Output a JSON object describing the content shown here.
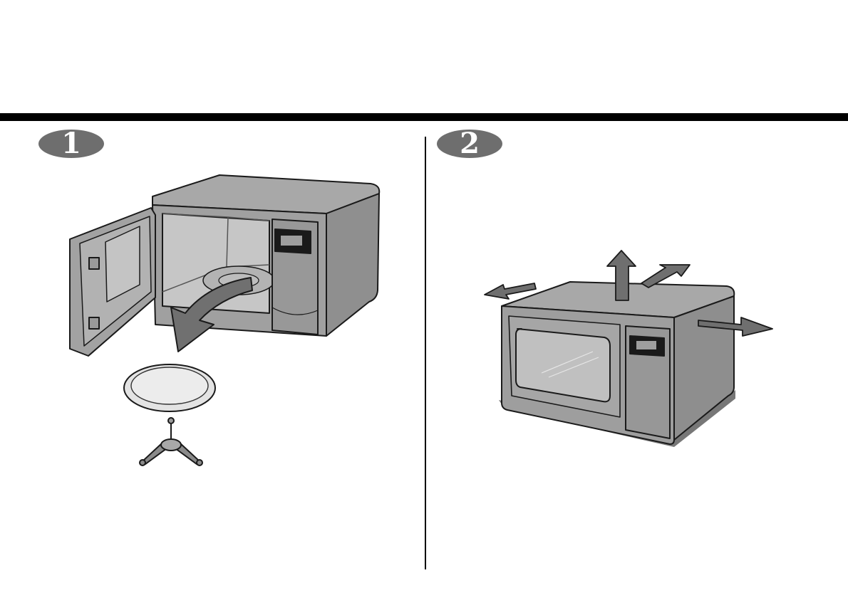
{
  "steps": [
    {
      "number": "1",
      "illustration": "microwave-remove-turntable"
    },
    {
      "number": "2",
      "illustration": "microwave-clearance-arrows"
    }
  ],
  "colors": {
    "badge": "#6e6e6e",
    "appliance": "#9e9e9e",
    "appliance_dark": "#7d7d7d",
    "arrow": "#6f6f6f",
    "plate": "#e3e3e3"
  }
}
